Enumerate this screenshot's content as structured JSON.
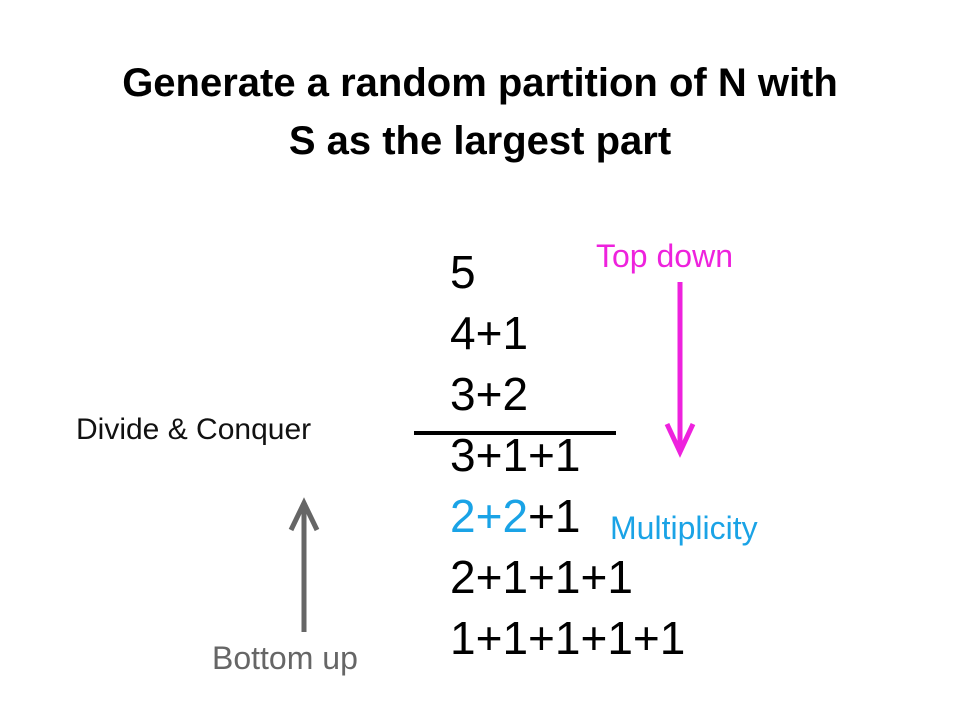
{
  "title": {
    "line1": "Generate a random partition of N with",
    "line2": "S as the largest part"
  },
  "partitions": [
    [
      {
        "text": "5",
        "color": "#000000"
      }
    ],
    [
      {
        "text": "4+1",
        "color": "#000000"
      }
    ],
    [
      {
        "text": "3+2",
        "color": "#000000"
      }
    ],
    [
      {
        "text": "3+1+1",
        "color": "#000000"
      }
    ],
    [
      {
        "text": "2+2",
        "color": "#1aa3e6"
      },
      {
        "text": "+1",
        "color": "#000000"
      }
    ],
    [
      {
        "text": "2+1+1+1",
        "color": "#000000"
      }
    ],
    [
      {
        "text": "1+1+1+1+1",
        "color": "#000000"
      }
    ]
  ],
  "labels": {
    "top_down": "Top down",
    "multiplicity": "Multiplicity",
    "divide_conquer": "Divide & Conquer",
    "bottom_up": "Bottom up"
  },
  "colors": {
    "top_down": "#ee22dd",
    "multiplicity": "#1aa3e6",
    "bottom_up": "#666666",
    "divider": "#000000"
  }
}
